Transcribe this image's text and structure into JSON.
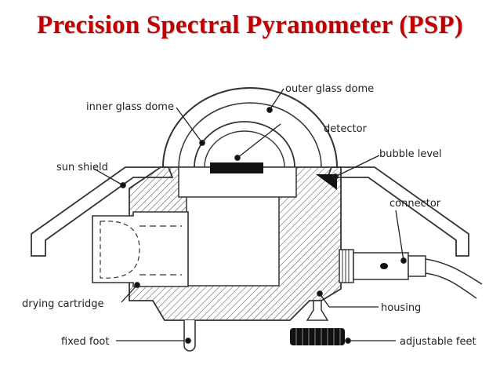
{
  "title": "Precision Spectral Pyranometer (PSP)",
  "colors": {
    "title": "#c00000",
    "ink": "#222222"
  },
  "labels": {
    "outer_glass_dome": "outer glass dome",
    "inner_glass_dome": "inner glass dome",
    "detector": "detector",
    "sun_shield": "sun shield",
    "bubble_level": "bubble level",
    "connector": "connector",
    "drying_cartridge": "drying cartridge",
    "housing": "housing",
    "fixed_foot": "fixed foot",
    "adjustable_feet": "adjustable feet"
  }
}
